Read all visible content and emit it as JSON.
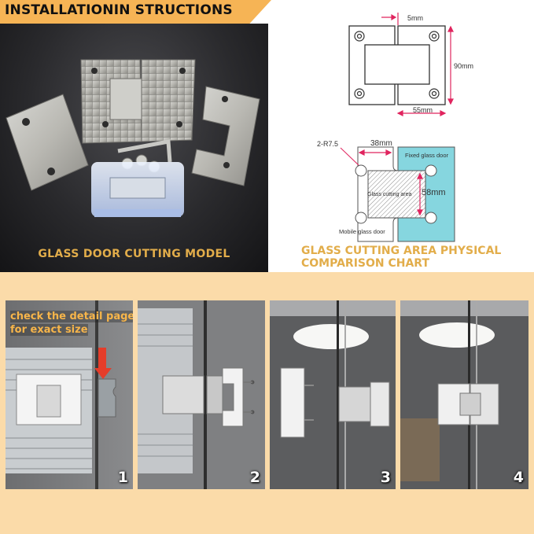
{
  "banner": {
    "title": "INSTALLATIONIN STRUCTIONS"
  },
  "photo": {
    "caption": "GLASS DOOR CUTTING MODEL"
  },
  "hinge_diagram": {
    "dim_top": "5mm",
    "dim_height": "90mm",
    "dim_width": "55mm"
  },
  "cutting_diagram": {
    "radius_label": "2-R7.5",
    "width_label": "38mm",
    "height_label": "58mm",
    "fixed_label": "Fixed glass door",
    "area_label": "Glass cutting area",
    "mobile_label": "Mobile glass door"
  },
  "comparison": {
    "caption_line1": "GLASS CUTTING AREA PHYSICAL",
    "caption_line2": "COMPARISON CHART"
  },
  "steps": {
    "note_line1": "check the detail page",
    "note_line2": "for exact size",
    "items": [
      {
        "number": "1"
      },
      {
        "number": "2"
      },
      {
        "number": "3"
      },
      {
        "number": "4"
      }
    ]
  },
  "colors": {
    "accent_orange": "#f6b455",
    "caption_gold": "#e2ad4a",
    "bottom_bg": "#fbdba9",
    "fixed_glass": "#86d6df",
    "dim_red": "#e0245e",
    "arrow_red": "#e53d2a"
  }
}
